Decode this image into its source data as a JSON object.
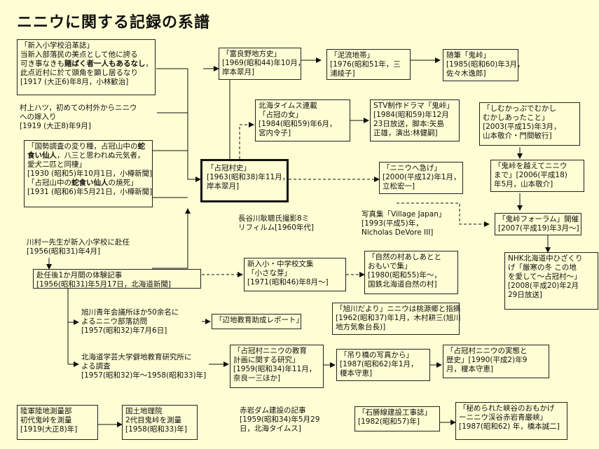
{
  "title": "ニニウに関する記録の系譜",
  "nodes": {
    "n1": [
      "「新入小学校沿革誌」",
      "当新入部落民の美点として他に誇る",
      "可き事なきも",
      {
        "b": "賭ばく者一人もあるなし"
      },
      "，",
      "此点近村に於て頭角を顕し居るなり",
      "[1917 (大正6)年8月，小林歓治]"
    ],
    "n2": [
      "村上ハツ，初めての村外からニニウ",
      "への嫁入り",
      "[1919 (大正8)年9月]"
    ],
    "n3": [
      "「国勢調査の変り種，占冠山中の",
      {
        "b": "蛇"
      },
      {
        "b": "食い仙人"
      },
      "，八三と思われぬ元気者，",
      "愛犬二匹と同棲」",
      "[1930 (昭和5)年10月1日，小樽新聞]",
      "「占冠山中の",
      {
        "b": "蛇食い仙人"
      },
      "の焼死」",
      "[1931 (昭和6)年5月21日，小樽新聞]"
    ],
    "n4": [
      "川村一先生が新入小学校に赴任",
      "[1956(昭和31)年4月]"
    ],
    "n5": [
      "赴任後1か月間の体験記事",
      "[1956(昭和31)年5月17日，北海道新聞]"
    ],
    "n6": [
      "旭川青年会議所ほか50余名に",
      "よるニニウ部落訪問",
      "[1957(昭和32)年7月6日]"
    ],
    "n7": [
      "北海道学芸大学僻地教育研究所に",
      "よる調査",
      "[1957(昭和32)年～1958(昭和33)年]"
    ],
    "n8": [
      "陸軍陸地測量部",
      "初代鬼峠を測量",
      "[1919(大正8)年]"
    ],
    "n9": [
      "国土地理院",
      "2代目鬼峠を測量",
      "[1958(昭和33)年]"
    ],
    "n10": [
      "「占冠村史」",
      "[1963(昭和38)年11月，",
      "岸本翠月]"
    ],
    "n11": [
      "「富良野地方史」",
      "[1969(昭和44)年10月，",
      "岸本翠月]"
    ],
    "n12": [
      "「泥流地帯」",
      "[1976(昭和51年，三",
      "浦綾子]"
    ],
    "n13": [
      "随筆「鬼峠」",
      "[1985(昭和60)年3月，",
      "佐々木逸郎]"
    ],
    "n14": [
      "北海タイムス連載",
      "「占冠の女」",
      "[1984(昭和59)年6月，",
      "宮内令子]"
    ],
    "n15": [
      "STV制作ドラマ「鬼峠」",
      "[1984(昭和59)年12月",
      "23日放送，脚本:矢島",
      "正雄，演出:林健嗣]"
    ],
    "n16": [
      "「しむかっぷでむかし",
      "むかしあったこと」",
      "[2003(平成15)年3月，",
      "山本敬介・門間敏行]"
    ],
    "n17": [
      "「鬼峠を越えてニニウ",
      "まで」[2006(平成18)",
      "年5月，山本敬介]"
    ],
    "n18": [
      "「ニニウへ急げ」",
      "[2000(平成12)年1月，",
      "立松宏一]"
    ],
    "n19": [
      "長谷川耿聰氏撮影8ミ",
      "リフィルム[1960年代]"
    ],
    "n20": [
      "写真集「Village Japan」",
      "[1993(平成5)年，",
      "Nicholas DeVore III]"
    ],
    "n21": [
      "「鬼峠フォーラム」開催",
      "[2007(平成19)年3月～]"
    ],
    "n22": [
      "NHK北海道中ひざくり",
      "げ「厳寒の冬 この地",
      "を愛して～占冠村～」",
      "[2008(平成20)年2月",
      "29日放送]"
    ],
    "n23": [
      "新入小・中学校文集",
      "「小さな芽」",
      "[1971(昭和46)年8月～]"
    ],
    "n24": [
      "「自然の村あしあとと",
      "おもいで集」",
      "[1980(昭和55)年～，",
      "国鉄北海道自然の村]"
    ],
    "n25": [
      "「旭川だより」ニニウは桃源郷と指摘",
      "[1962(昭和37)年1月，木村耕三(旭川",
      "地方気象台長)]"
    ],
    "n26": [
      "「辺地教育助成レポート」"
    ],
    "n27": [
      "「占冠村ニニウの教育",
      "計画に関する研究」",
      "[1959(昭和34)年11月，",
      "奈良一三ほか]"
    ],
    "n28": [
      "「吊り橋の写真から」",
      "[1987(昭和62)年1月，",
      "榎本守恵]"
    ],
    "n29": [
      "「占冠村ニニウの実態と",
      "歴史」[1990(平成2)年9",
      "月，榎本守恵]"
    ],
    "n30": [
      "赤岩ダム建設の記事",
      "[1959(昭和34)年5月29",
      "日，北海タイムス]"
    ],
    "n31": [
      "「石勝線建設工事誌」",
      "[1982(昭和57)年]"
    ],
    "n32": [
      "「秘められた峡谷のおもかげ",
      "ーニニウ渓谷赤岩青巌峡」",
      "[1987(昭和62) 年，橋本誠二]"
    ]
  }
}
